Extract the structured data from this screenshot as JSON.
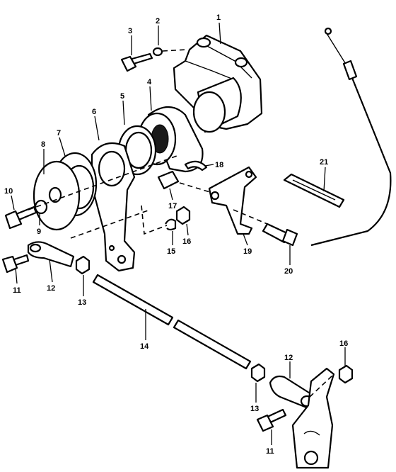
{
  "labels": {
    "p1": "1",
    "p2": "2",
    "p3": "3",
    "p4": "4",
    "p5": "5",
    "p6": "6",
    "p7": "7",
    "p8": "8",
    "p9": "9",
    "p10": "10",
    "p11a": "11",
    "p11b": "11",
    "p12a": "12",
    "p12b": "12",
    "p13a": "13",
    "p13b": "13",
    "p14": "14",
    "p15": "15",
    "p16a": "16",
    "p16b": "16",
    "p17": "17",
    "p18": "18",
    "p19": "19",
    "p20": "20",
    "p21": "21"
  }
}
